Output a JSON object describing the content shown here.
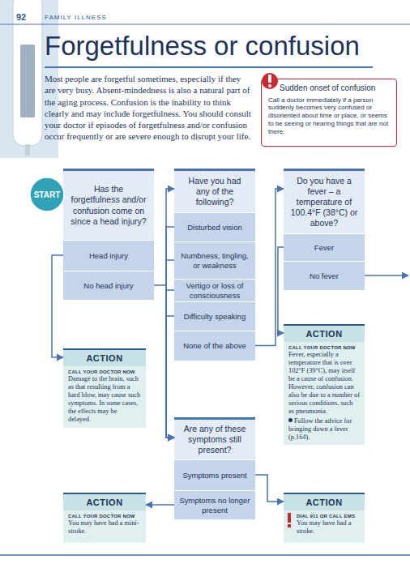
{
  "diagram": {
    "title": "Forgetfulness or confusion",
    "nodes": [
      {
        "text": [
          "Sudden onset of confusion",
          "Call a doctor immediately if a person suddenly becomes very confused or disoriented about time or place, or seems to be seeing or hearing things that are not there."
        ]
      },
      {
        "text": [
          "START"
        ]
      },
      {
        "text": [
          "Has the forgetfulness and/or confusion come on since a head injury?"
        ]
      },
      {
        "text": [
          "Head injury"
        ]
      },
      {
        "text": [
          "No head injury"
        ]
      },
      {
        "text": [
          "Have you had any of the following?"
        ]
      },
      {
        "text": [
          "Disturbed vision"
        ]
      },
      {
        "text": [
          "Numbness, tingling, or weakness"
        ]
      },
      {
        "text": [
          "Vertigo or loss of consciousness"
        ]
      },
      {
        "text": [
          "Difficulty speaking"
        ]
      },
      {
        "text": [
          "None of the above"
        ]
      },
      {
        "text": [
          "Do you have a fever – a temperature of 100.4°F (38°C) or above?"
        ]
      },
      {
        "text": [
          "Fever"
        ]
      },
      {
        "text": [
          "No fever"
        ]
      },
      {
        "text": [
          "ACTION",
          "CALL YOUR DOCTOR NOW",
          "Damage to the brain, such as that resulting from a hard blow, may cause such symptoms. In some cases, the effects may be delayed."
        ]
      },
      {
        "text": [
          "ACTION",
          "CALL YOUR DOCTOR NOW",
          "Fever, especially a temperature that is over 102°F (39°C), may itself be a cause of confusion. However, confusion can also be due to a number of serious conditions, such as pneumonia.",
          "Follow the advice for bringing down a fever (p.164)."
        ]
      },
      {
        "text": [
          "Are any of these symptoms still present?"
        ]
      },
      {
        "text": [
          "Symptoms present"
        ]
      },
      {
        "text": [
          "Symptoms no longer present"
        ]
      },
      {
        "text": [
          "ACTION",
          "CALL YOUR DOCTOR NOW",
          "You may have had a mini-stroke."
        ]
      },
      {
        "text": [
          "ACTION",
          "DIAL 911 OR CALL EMS",
          "You may have had a stroke."
        ]
      }
    ],
    "edges": [
      {
        "from": 3,
        "to": 14,
        "arrow": "to"
      },
      {
        "from": 4,
        "to": 5,
        "arrow": "to"
      },
      {
        "from": 6,
        "to": 16,
        "arrow": "to"
      },
      {
        "from": 7,
        "to": 16,
        "arrow": "to"
      },
      {
        "from": 8,
        "to": 16,
        "arrow": "to"
      },
      {
        "from": 9,
        "to": 16,
        "arrow": "to"
      },
      {
        "from": 10,
        "to": 11,
        "arrow": "to"
      },
      {
        "from": 12,
        "to": 15,
        "arrow": "to"
      },
      {
        "from": 17,
        "to": 20,
        "arrow": "to"
      },
      {
        "from": 18,
        "to": 19,
        "arrow": "to"
      }
    ],
    "labels": [
      "92",
      "FAMILY ILLNESS",
      "Most people are forgetful sometimes, especially if they are very busy. Absent-mindedness is also a natural part of the aging process. Confusion is the inability to think clearly and may include forgetfulness. You should consult your doctor if episodes of forgetfulness and/or confusion occur frequently or are severe enough to disrupt your life."
    ]
  }
}
